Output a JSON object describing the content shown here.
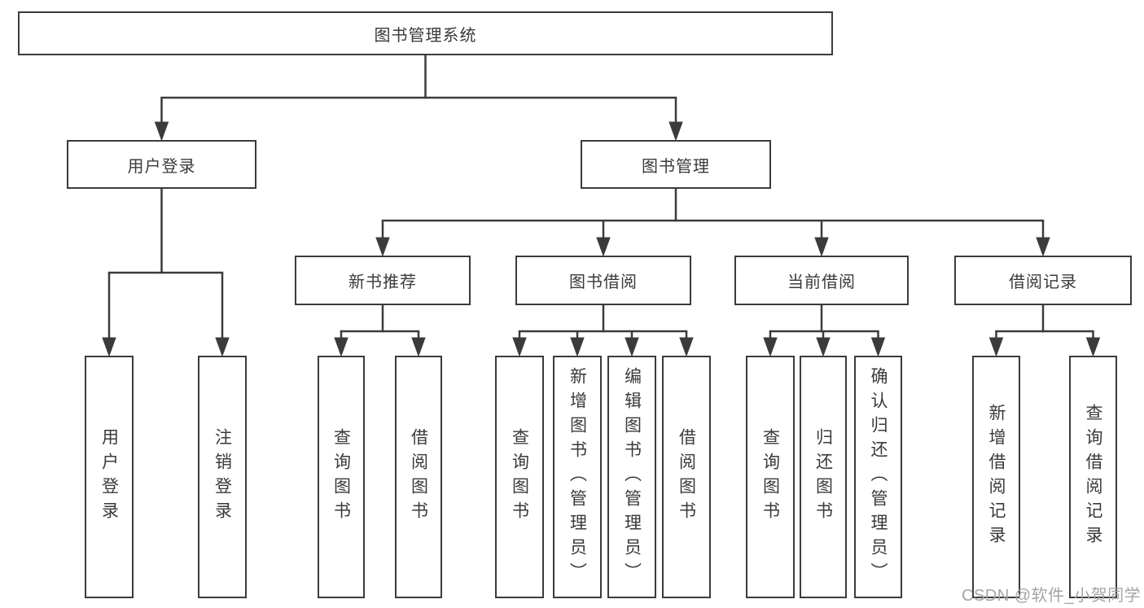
{
  "tree": {
    "root": {
      "label": "图书管理系统"
    },
    "children": [
      {
        "label": "用户登录",
        "children": [
          {
            "label": "用户登录"
          },
          {
            "label": "注销登录"
          }
        ]
      },
      {
        "label": "图书管理",
        "children": [
          {
            "label": "新书推荐",
            "children": [
              {
                "label": "查询图书"
              },
              {
                "label": "借阅图书"
              }
            ]
          },
          {
            "label": "图书借阅",
            "children": [
              {
                "label": "查询图书"
              },
              {
                "label": "新增图书（管理员）"
              },
              {
                "label": "编辑图书（管理员）"
              },
              {
                "label": "借阅图书"
              }
            ]
          },
          {
            "label": "当前借阅",
            "children": [
              {
                "label": "查询图书"
              },
              {
                "label": "归还图书"
              },
              {
                "label": "确认归还（管理员）"
              }
            ]
          },
          {
            "label": "借阅记录",
            "children": [
              {
                "label": "新增借阅记录"
              },
              {
                "label": "查询借阅记录"
              }
            ]
          }
        ]
      }
    ]
  },
  "watermark": {
    "text": "CSDN @软件_小贺同学"
  },
  "colors": {
    "line": "#3b3b3b",
    "box_border": "#3b3b3b",
    "text": "#3a3a3a",
    "watermark": "#a4a4a4",
    "background": "#ffffff"
  }
}
